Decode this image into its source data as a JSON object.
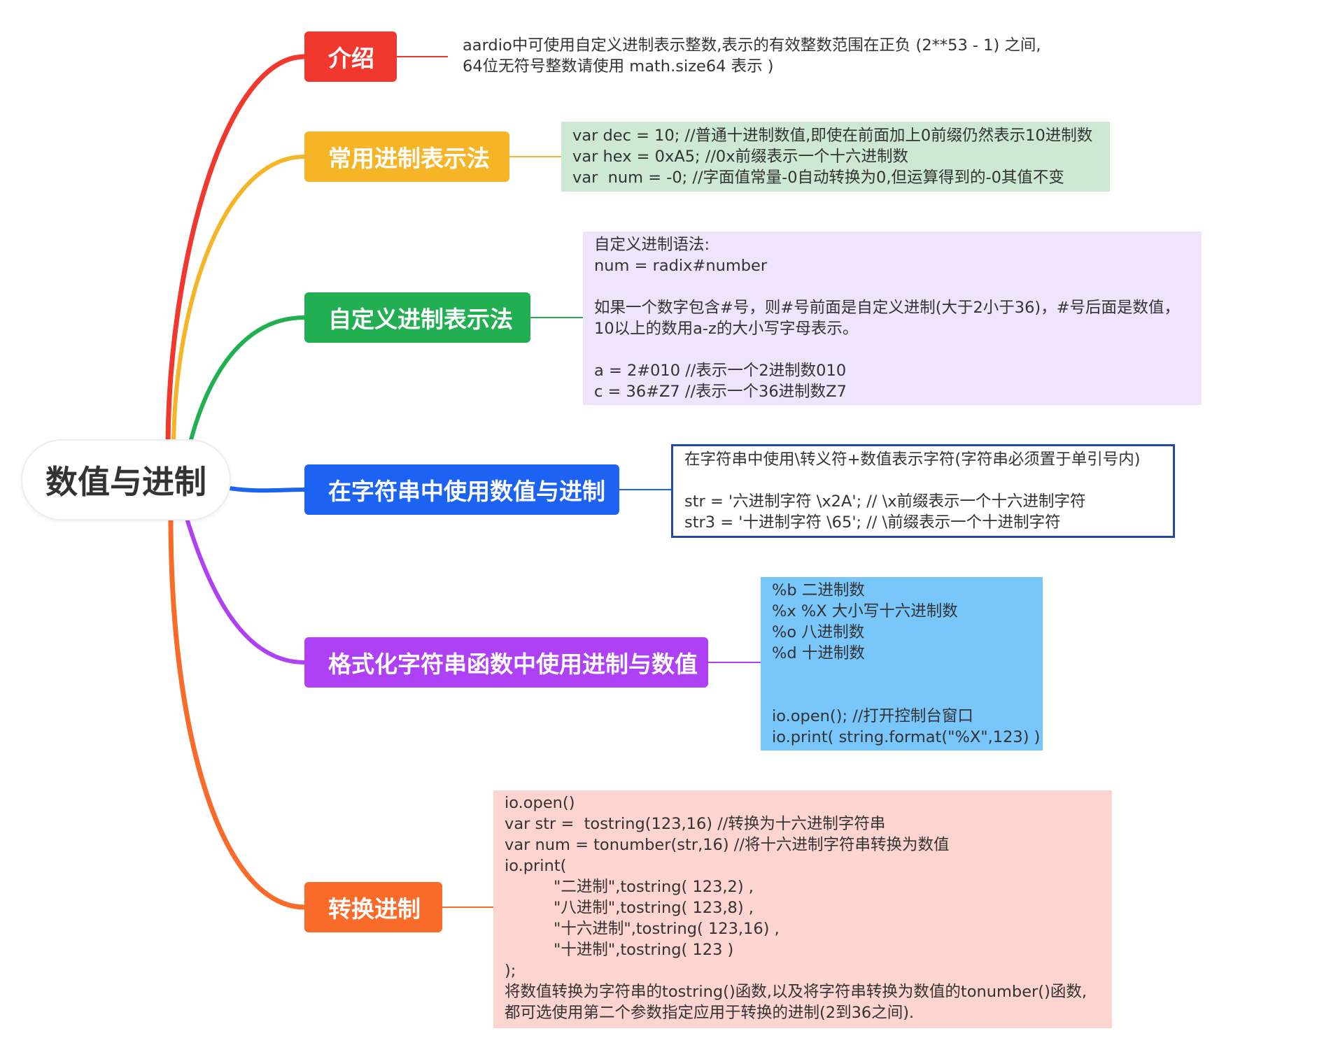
{
  "central": {
    "label": "数值与进制"
  },
  "branches": [
    {
      "id": "intro",
      "label": "介绍",
      "color": "#f1382e"
    },
    {
      "id": "common",
      "label": "常用进制表示法",
      "color": "#f5b526"
    },
    {
      "id": "custom",
      "label": "自定义进制表示法",
      "color": "#21af51"
    },
    {
      "id": "string",
      "label": "在字符串中使用数值与进制",
      "color": "#1c63f3"
    },
    {
      "id": "format",
      "label": "格式化字符串函数中使用进制与数值",
      "color": "#ae40f5"
    },
    {
      "id": "convert",
      "label": "转换进制",
      "color": "#fa6b29"
    }
  ],
  "notes": {
    "intro": {
      "lines": [
        "aardio中可使用自定义进制表示整数,表示的有效整数范围在正负 (2**53 - 1) 之间,",
        "64位无符号整数请使用 math.size64 表示 )"
      ]
    },
    "common": {
      "background": "#cde9d3",
      "lines": [
        "var dec = 10; //普通十进制数值,即使在前面加上0前缀仍然表示10进制数",
        "var hex = 0xA5; //0x前缀表示一个十六进制数",
        "var  num = -0; //字面值常量-0自动转换为0,但运算得到的-0其值不变"
      ]
    },
    "custom": {
      "background": "#efe4fb",
      "lines": [
        "自定义进制语法:",
        "num = radix#number",
        "",
        "如果一个数字包含#号，则#号前面是自定义进制(大于2小于36)，#号后面是数值，",
        "10以上的数用a-z的大小写字母表示。",
        "",
        "a = 2#010 //表示一个2进制数010",
        "c = 36#Z7 //表示一个36进制数Z7"
      ]
    },
    "string": {
      "border": "#2449a8",
      "lines": [
        "在字符串中使用\\转义符+数值表示字符(字符串必须置于单引号内)",
        "",
        "str = '六进制字符 \\x2A'; // \\x前缀表示一个十六进制字符",
        "str3 = '十进制字符 \\65'; // \\前缀表示一个十进制字符"
      ]
    },
    "format": {
      "background": "#78c6fa",
      "lines": [
        "%b 二进制数",
        "%x %X 大小写十六进制数",
        "%o 八进制数",
        "%d 十进制数",
        "",
        "",
        "io.open(); //打开控制台窗口",
        "io.print( string.format(\"%X\",123) )"
      ]
    },
    "convert": {
      "background": "#fdd4cf",
      "lines": [
        "io.open()",
        "var str =  tostring(123,16) //转换为十六进制字符串",
        "var num = tonumber(str,16) //将十六进制字符串转换为数值",
        "io.print(",
        "\"二进制\",tostring( 123,2) ,",
        "\"八进制\",tostring( 123,8) ,",
        "\"十六进制\",tostring( 123,16) ,",
        "\"十进制\",tostring( 123 )",
        ");",
        "将数值转换为字符串的tostring()函数,以及将字符串转换为数值的tonumber()函数,",
        "都可选使用第二个参数指定应用于转换的进制(2到36之间)."
      ]
    }
  }
}
